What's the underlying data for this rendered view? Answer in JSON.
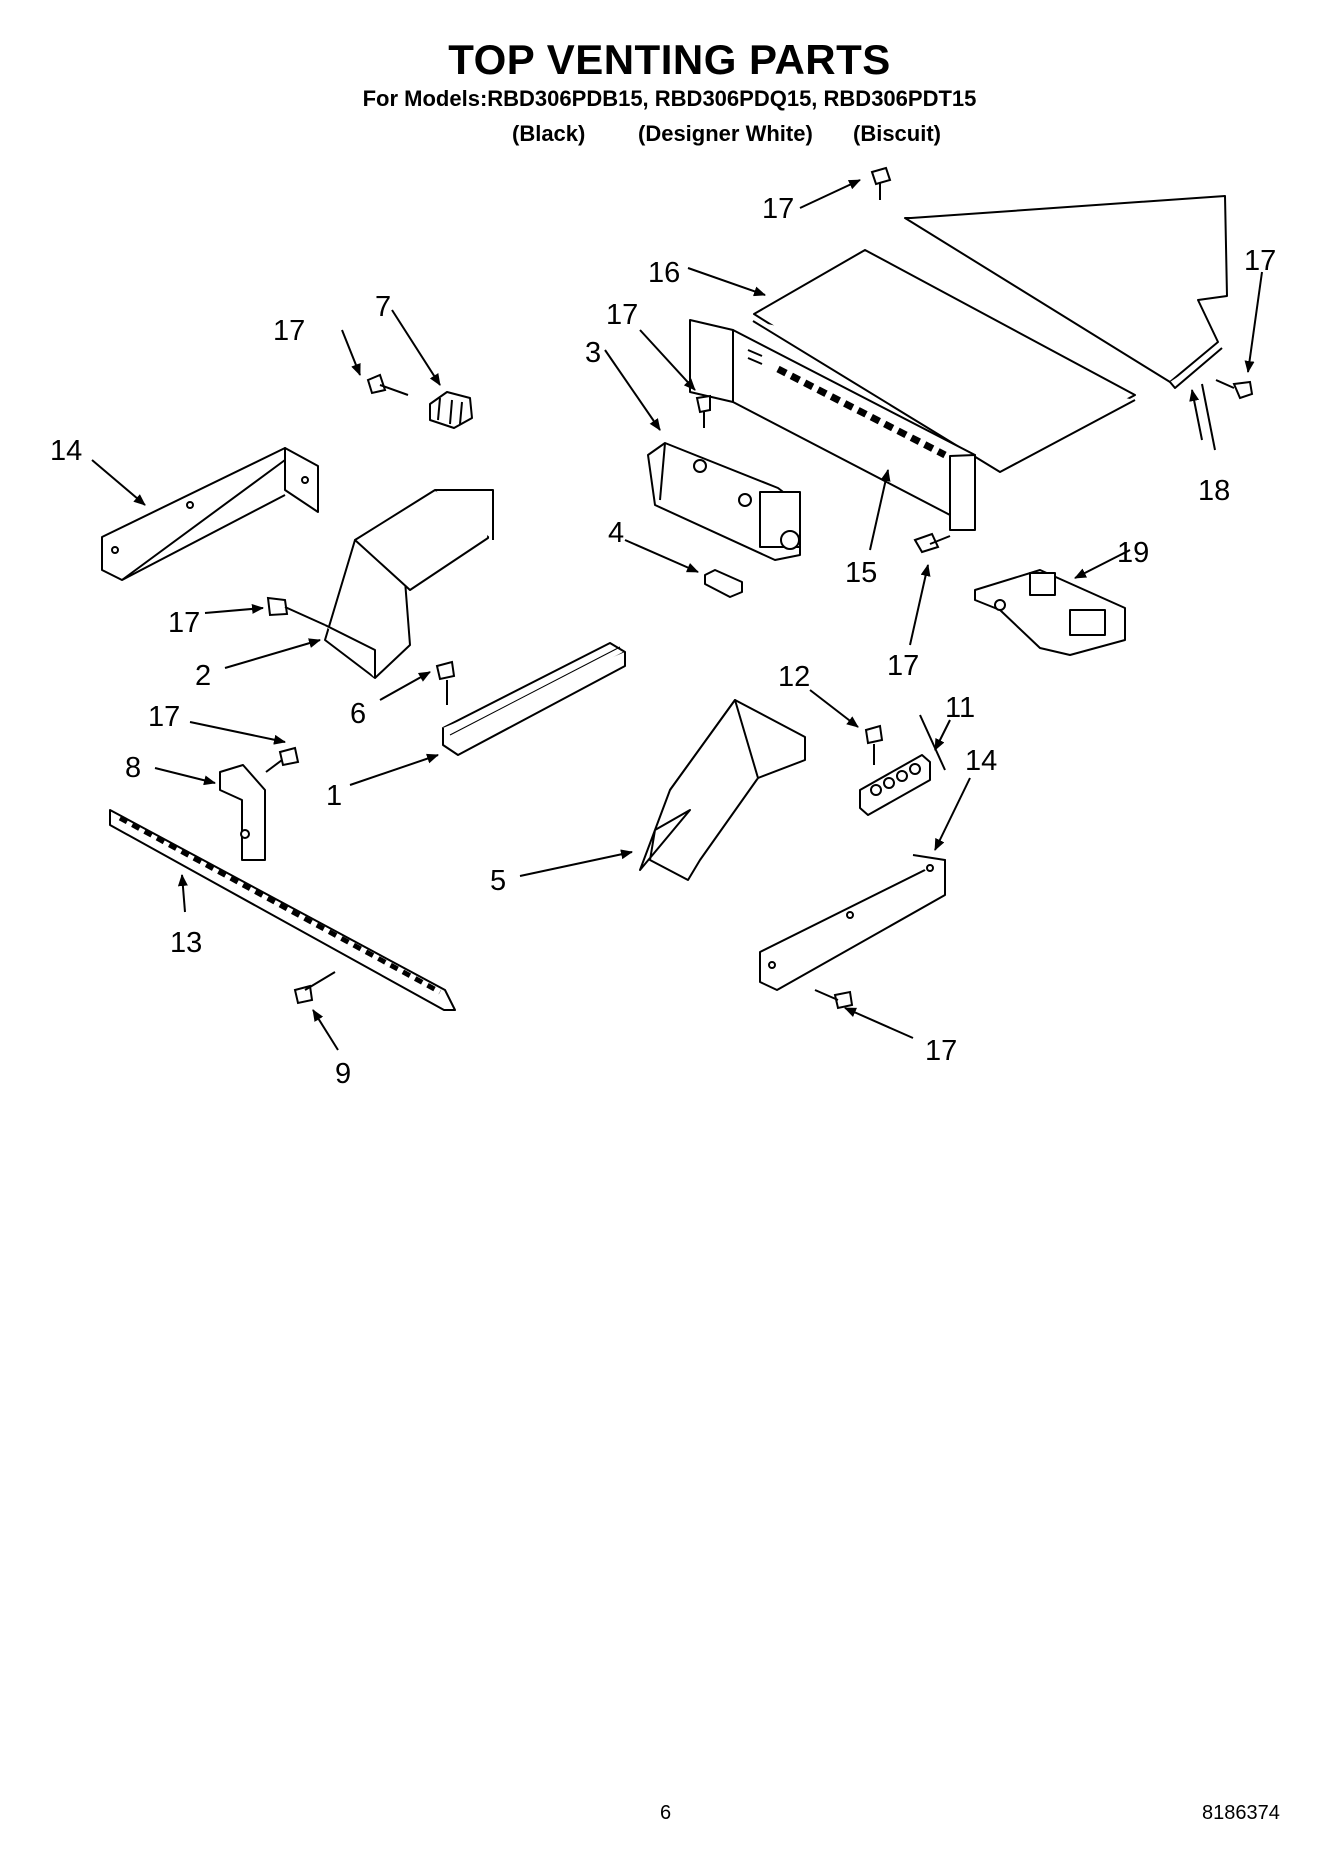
{
  "header": {
    "title": "TOP VENTING PARTS",
    "models_line": "For Models:RBD306PDB15, RBD306PDQ15, RBD306PDT15",
    "variants": [
      "(Black)",
      "(Designer White)",
      "(Biscuit)"
    ]
  },
  "callouts": [
    "1",
    "2",
    "3",
    "4",
    "5",
    "6",
    "7",
    "8",
    "9",
    "11",
    "12",
    "13",
    "14",
    "15",
    "16",
    "17",
    "18",
    "19"
  ],
  "footer": {
    "page_number": "6",
    "doc_number": "8186374"
  }
}
